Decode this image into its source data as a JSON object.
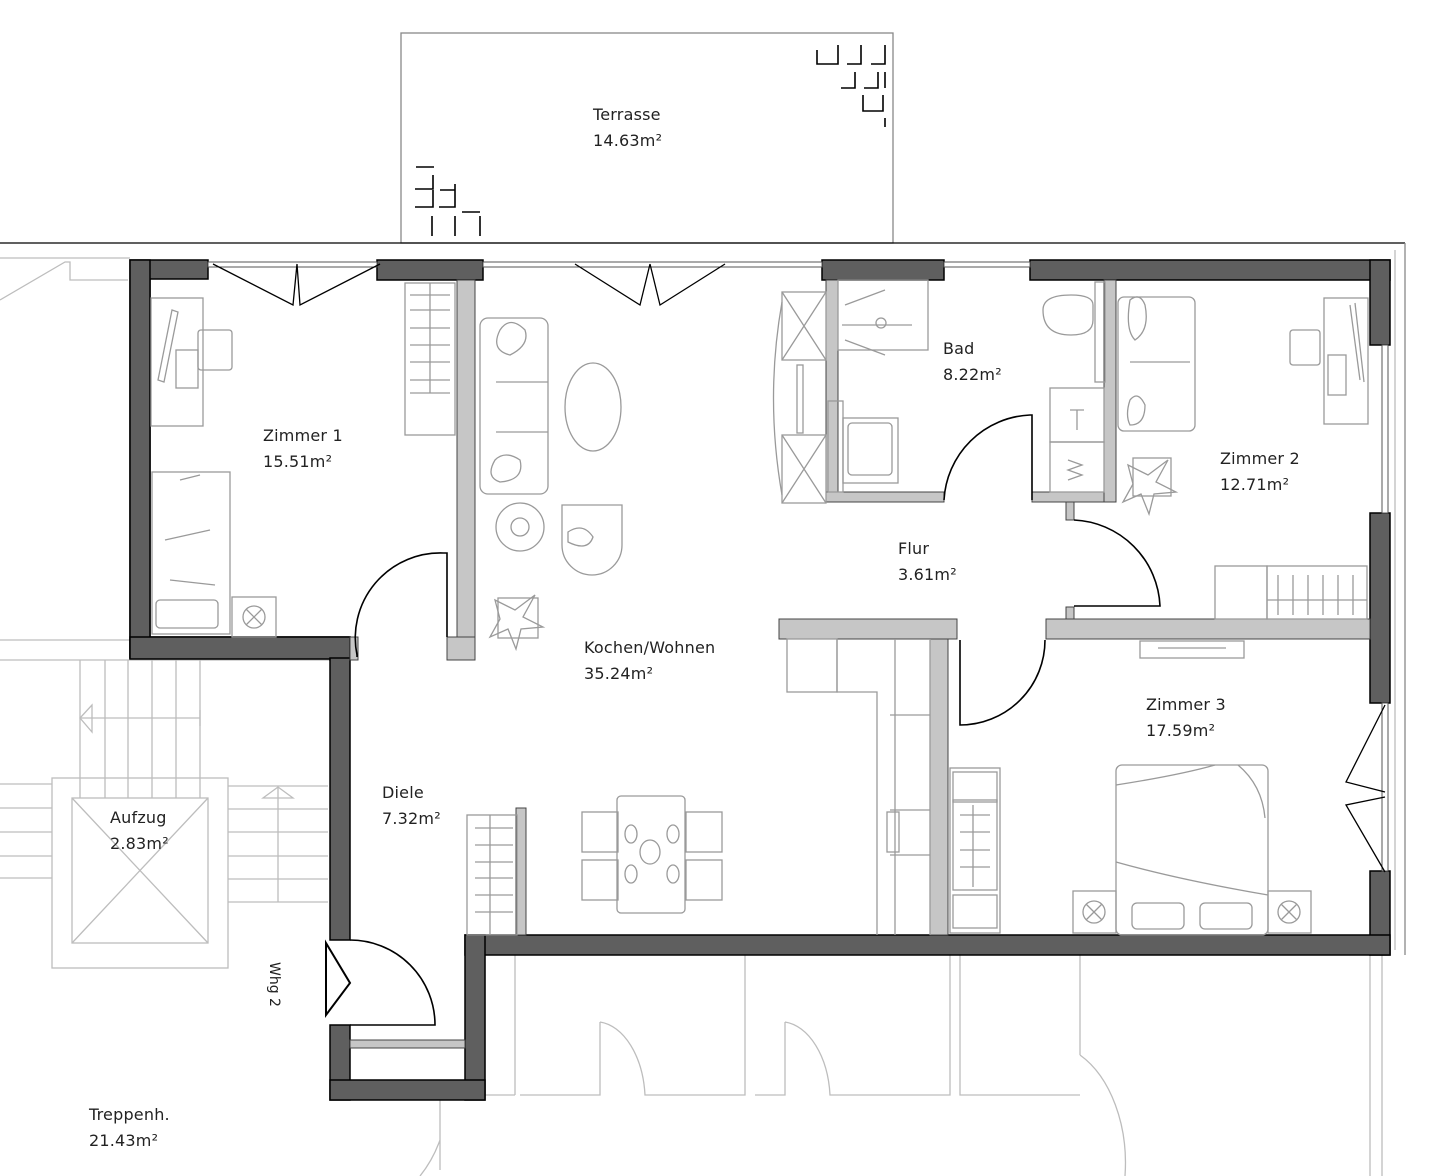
{
  "plan": {
    "unit_label": "Whg 2",
    "colors": {
      "outer_wall": "#5f5f5f",
      "inner_wall": "#c6c6c6",
      "furniture": "#9a9a9a",
      "context_lines": "#bdbdbd",
      "text": "#222222"
    }
  },
  "rooms": [
    {
      "id": "terrasse",
      "name": "Terrasse",
      "area": "14.63m²"
    },
    {
      "id": "zimmer1",
      "name": "Zimmer 1",
      "area": "15.51m²"
    },
    {
      "id": "bad",
      "name": "Bad",
      "area": "8.22m²"
    },
    {
      "id": "zimmer2",
      "name": "Zimmer 2",
      "area": "12.71m²"
    },
    {
      "id": "flur",
      "name": "Flur",
      "area": "3.61m²"
    },
    {
      "id": "kochen",
      "name": "Kochen/Wohnen",
      "area": "35.24m²"
    },
    {
      "id": "zimmer3",
      "name": "Zimmer 3",
      "area": "17.59m²"
    },
    {
      "id": "diele",
      "name": "Diele",
      "area": "7.32m²"
    },
    {
      "id": "aufzug",
      "name": "Aufzug",
      "area": "2.83m²"
    },
    {
      "id": "treppenhaus",
      "name": "Treppenh.",
      "area": "21.43m²"
    }
  ]
}
